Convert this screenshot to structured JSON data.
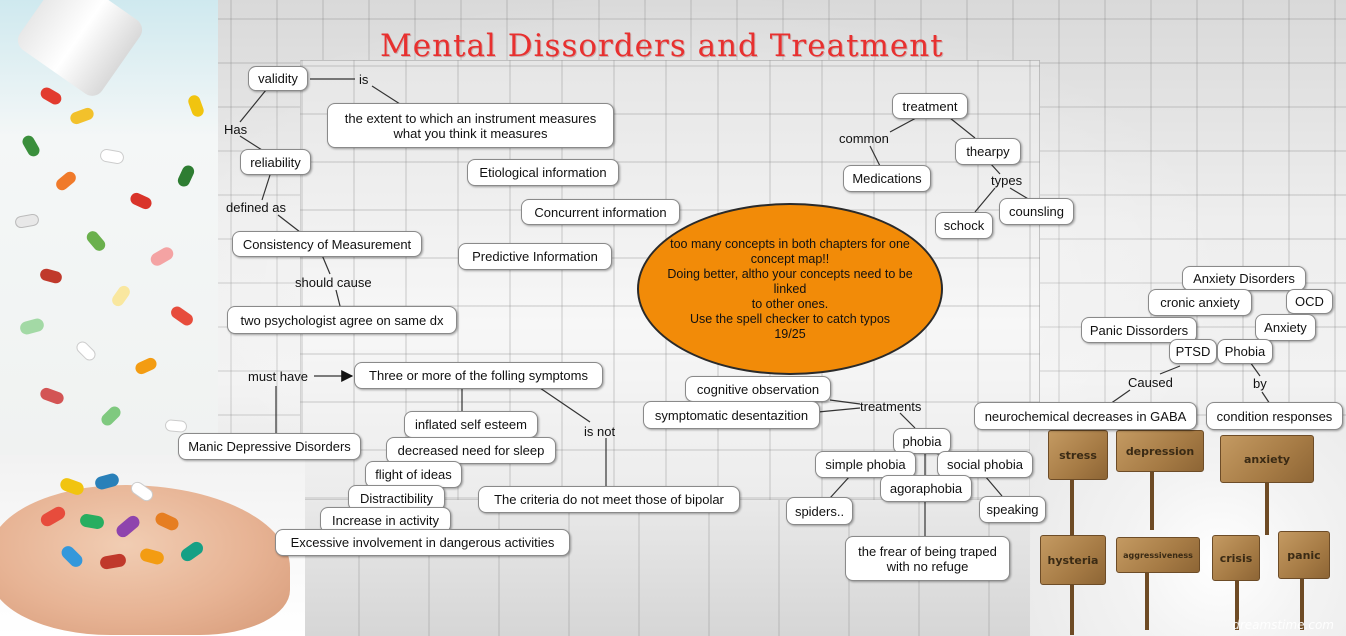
{
  "title": "Mental Dissorders and Treatment",
  "colors": {
    "title": "#e8302f",
    "feedback_fill": "#f28b08",
    "node_fill": "#ffffff",
    "node_border": "#8a8a8a",
    "link": "#333333"
  },
  "feedback": {
    "text": "too many concepts in both chapters for one concept map!!\nDoing better, altho your concepts need to be linked\nto other ones.\nUse the spell checker to catch typos\n19/25"
  },
  "concepts": {
    "validity": "validity",
    "extent": "the extent to which an instrument measures what you think it measures",
    "reliability": "reliability",
    "consistency": "Consistency of Measurement",
    "psychologists_agree": "two psychologist agree on same dx",
    "etiological": "Etiological information",
    "concurrent": "Concurrent information",
    "predictive": "Predictive Information",
    "treatment": "treatment",
    "medications": "Medications",
    "therapy": "thearpy",
    "shock": "schock",
    "counseling": "counsling",
    "anxiety_disorders": "Anxiety Disorders",
    "chronic_anxiety": "cronic anxiety",
    "ocd": "OCD",
    "panic_disorders": "Panic Dissorders",
    "anxiety": "Anxiety",
    "ptsd": "PTSD",
    "phobia_upper": "Phobia",
    "gaba": "neurochemical decreases in GABA",
    "condition_responses": "condition responses",
    "three_symptoms": "Three or more of the folling symptoms",
    "manic": "Manic Depressive Disorders",
    "self_esteem": "inflated self esteem",
    "sleep": "decreased need for sleep",
    "flight_ideas": "flight of ideas",
    "distractibility": "Distractibility",
    "activity": "Increase in activity",
    "dangerous": "Excessive involvement in dangerous activities",
    "not_bipolar": "The criteria do not meet those of bipolar",
    "cognitive_observation": "cognitive observation",
    "desensitization": "symptomatic desentazition",
    "phobia": "phobia",
    "simple_phobia": "simple phobia",
    "social_phobia": "social phobia",
    "agoraphobia": "agoraphobia",
    "spiders": "spiders..",
    "speaking": "speaking",
    "trapped": "the frear of being traped with no refuge"
  },
  "linking_phrases": {
    "is": "is",
    "has": "Has",
    "defined_as": "defined as",
    "should_cause": "should cause",
    "common": "common",
    "types": "types",
    "caused": "Caused",
    "by": "by",
    "must_have": "must have",
    "is_not": "is not",
    "treatments": "treatments"
  },
  "photo_signs": [
    "stress",
    "depression",
    "anxiety",
    "hysteria",
    "aggressiveness",
    "crisis",
    "panic"
  ],
  "watermark": "dreamstime.com"
}
